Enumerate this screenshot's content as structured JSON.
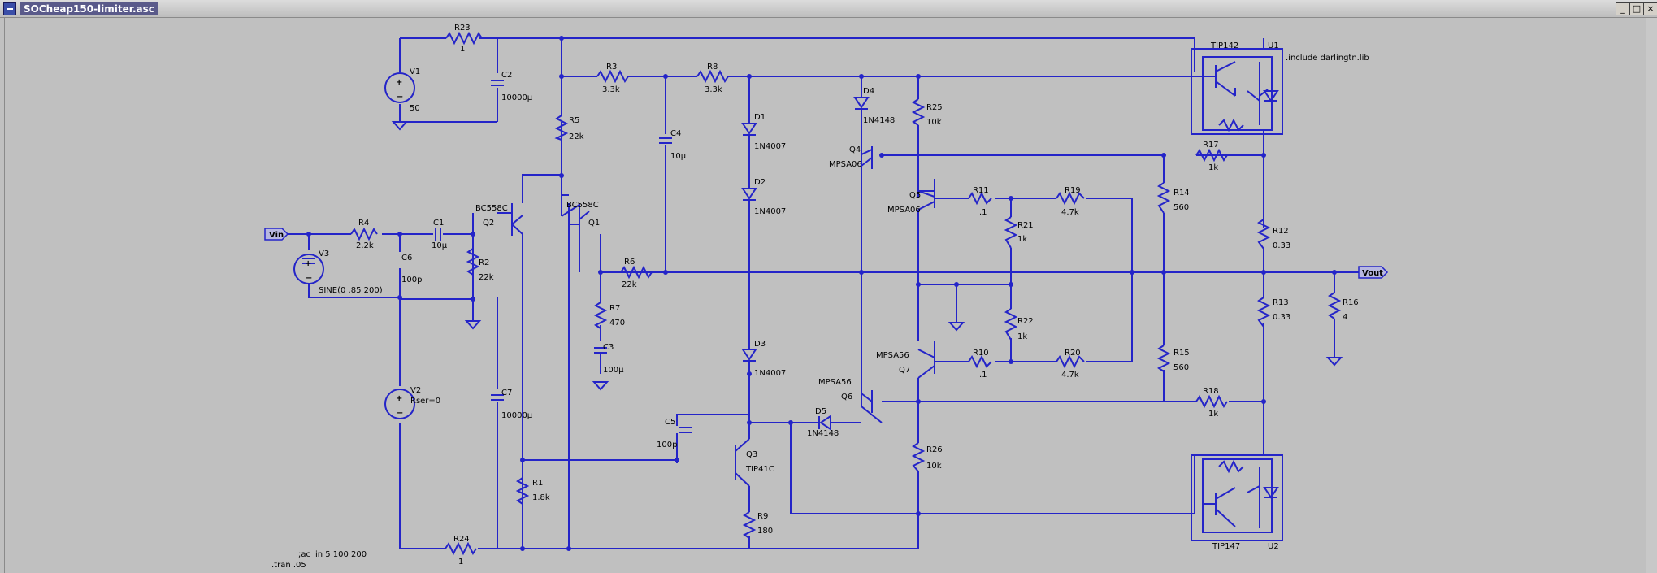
{
  "window": {
    "title": "SOCheap150-limiter.asc",
    "min": "_",
    "max": "□",
    "close": "×"
  },
  "directives": {
    "include": ".include darlingtn.lib",
    "ac": ";ac lin 5 100 200",
    "tran": ".tran .05"
  },
  "ports": {
    "vin": "Vin",
    "vout": "Vout"
  },
  "parts": {
    "R23": {
      "name": "R23",
      "value": "1"
    },
    "V1": {
      "name": "V1",
      "value": "50"
    },
    "C2": {
      "name": "C2",
      "value": "10000µ"
    },
    "R3": {
      "name": "R3",
      "value": "3.3k"
    },
    "R8": {
      "name": "R8",
      "value": "3.3k"
    },
    "R5": {
      "name": "R5",
      "value": "22k"
    },
    "C4": {
      "name": "C4",
      "value": "10µ"
    },
    "D1": {
      "name": "D1",
      "value": "1N4007"
    },
    "D2": {
      "name": "D2",
      "value": "1N4007"
    },
    "D3": {
      "name": "D3",
      "value": "1N4007"
    },
    "D4": {
      "name": "D4",
      "value": "1N4148"
    },
    "D5": {
      "name": "D5",
      "value": "1N4148"
    },
    "R25": {
      "name": "R25",
      "value": "10k"
    },
    "R26": {
      "name": "R26",
      "value": "10k"
    },
    "Q4": {
      "name": "Q4",
      "value": "MPSA06"
    },
    "Q5": {
      "name": "Q5",
      "value": "MPSA06"
    },
    "Q6": {
      "name": "Q6",
      "value": "MPSA56"
    },
    "Q7": {
      "name": "Q7",
      "value": "MPSA56"
    },
    "Q1": {
      "name": "Q1",
      "value": "BC558C"
    },
    "Q2": {
      "name": "Q2",
      "value": "BC558C"
    },
    "Q3": {
      "name": "Q3",
      "value": "TIP41C"
    },
    "U1": {
      "name": "U1",
      "value": "TIP142"
    },
    "U2": {
      "name": "U2",
      "value": "TIP147"
    },
    "R17": {
      "name": "R17",
      "value": "1k"
    },
    "R18": {
      "name": "R18",
      "value": "1k"
    },
    "R11": {
      "name": "R11",
      "value": ".1"
    },
    "R10": {
      "name": "R10",
      "value": ".1"
    },
    "R19": {
      "name": "R19",
      "value": "4.7k"
    },
    "R20": {
      "name": "R20",
      "value": "4.7k"
    },
    "R21": {
      "name": "R21",
      "value": "1k"
    },
    "R22": {
      "name": "R22",
      "value": "1k"
    },
    "R14": {
      "name": "R14",
      "value": "560"
    },
    "R15": {
      "name": "R15",
      "value": "560"
    },
    "R12": {
      "name": "R12",
      "value": "0.33"
    },
    "R13": {
      "name": "R13",
      "value": "0.33"
    },
    "R16": {
      "name": "R16",
      "value": "4"
    },
    "R4": {
      "name": "R4",
      "value": "2.2k"
    },
    "C1": {
      "name": "C1",
      "value": "10µ"
    },
    "C6": {
      "name": "C6",
      "value": "100p"
    },
    "R2": {
      "name": "R2",
      "value": "22k"
    },
    "V3": {
      "name": "V3",
      "value": "SINE(0 .85 200)"
    },
    "R6": {
      "name": "R6",
      "value": "22k"
    },
    "R7": {
      "name": "R7",
      "value": "470"
    },
    "C3": {
      "name": "C3",
      "value": "100µ"
    },
    "V2": {
      "name": "V2",
      "value": "Rser=0"
    },
    "C7": {
      "name": "C7",
      "value": "10000µ"
    },
    "R1": {
      "name": "R1",
      "value": "1.8k"
    },
    "C5": {
      "name": "C5",
      "value": "100p"
    },
    "R9": {
      "name": "R9",
      "value": "180"
    },
    "R24": {
      "name": "R24",
      "value": "1"
    }
  }
}
